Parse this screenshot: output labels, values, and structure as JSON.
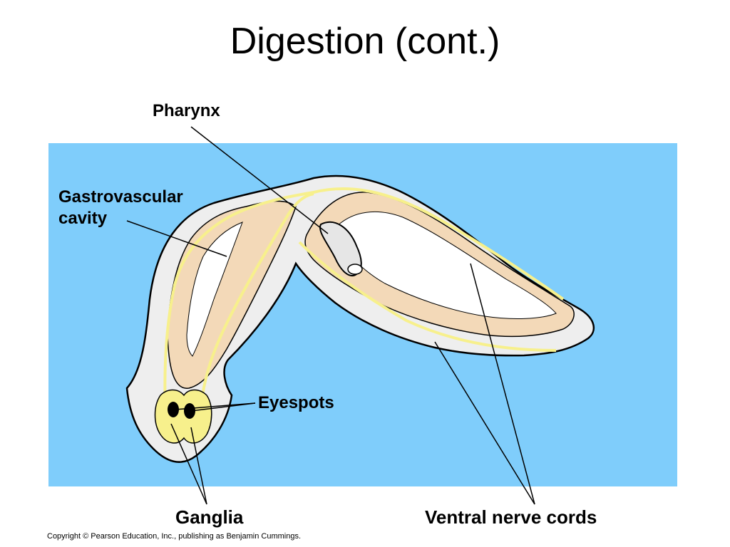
{
  "slide": {
    "title": "Digestion (cont.)"
  },
  "labels": {
    "pharynx": "Pharynx",
    "gastrovascular_line1": "Gastrovascular",
    "gastrovascular_line2": "cavity",
    "eyespots": "Eyespots",
    "ganglia": "Ganglia",
    "ventral_nerve_cords": "Ventral nerve cords"
  },
  "copyright": "Copyright © Pearson Education, Inc., publishing as Benjamin Cummings.",
  "colors": {
    "water": "#7fcdfb",
    "body": "#eeeeee",
    "gut": "#f3d9b8",
    "nerve": "#f7f08c",
    "outline": "#000000"
  }
}
